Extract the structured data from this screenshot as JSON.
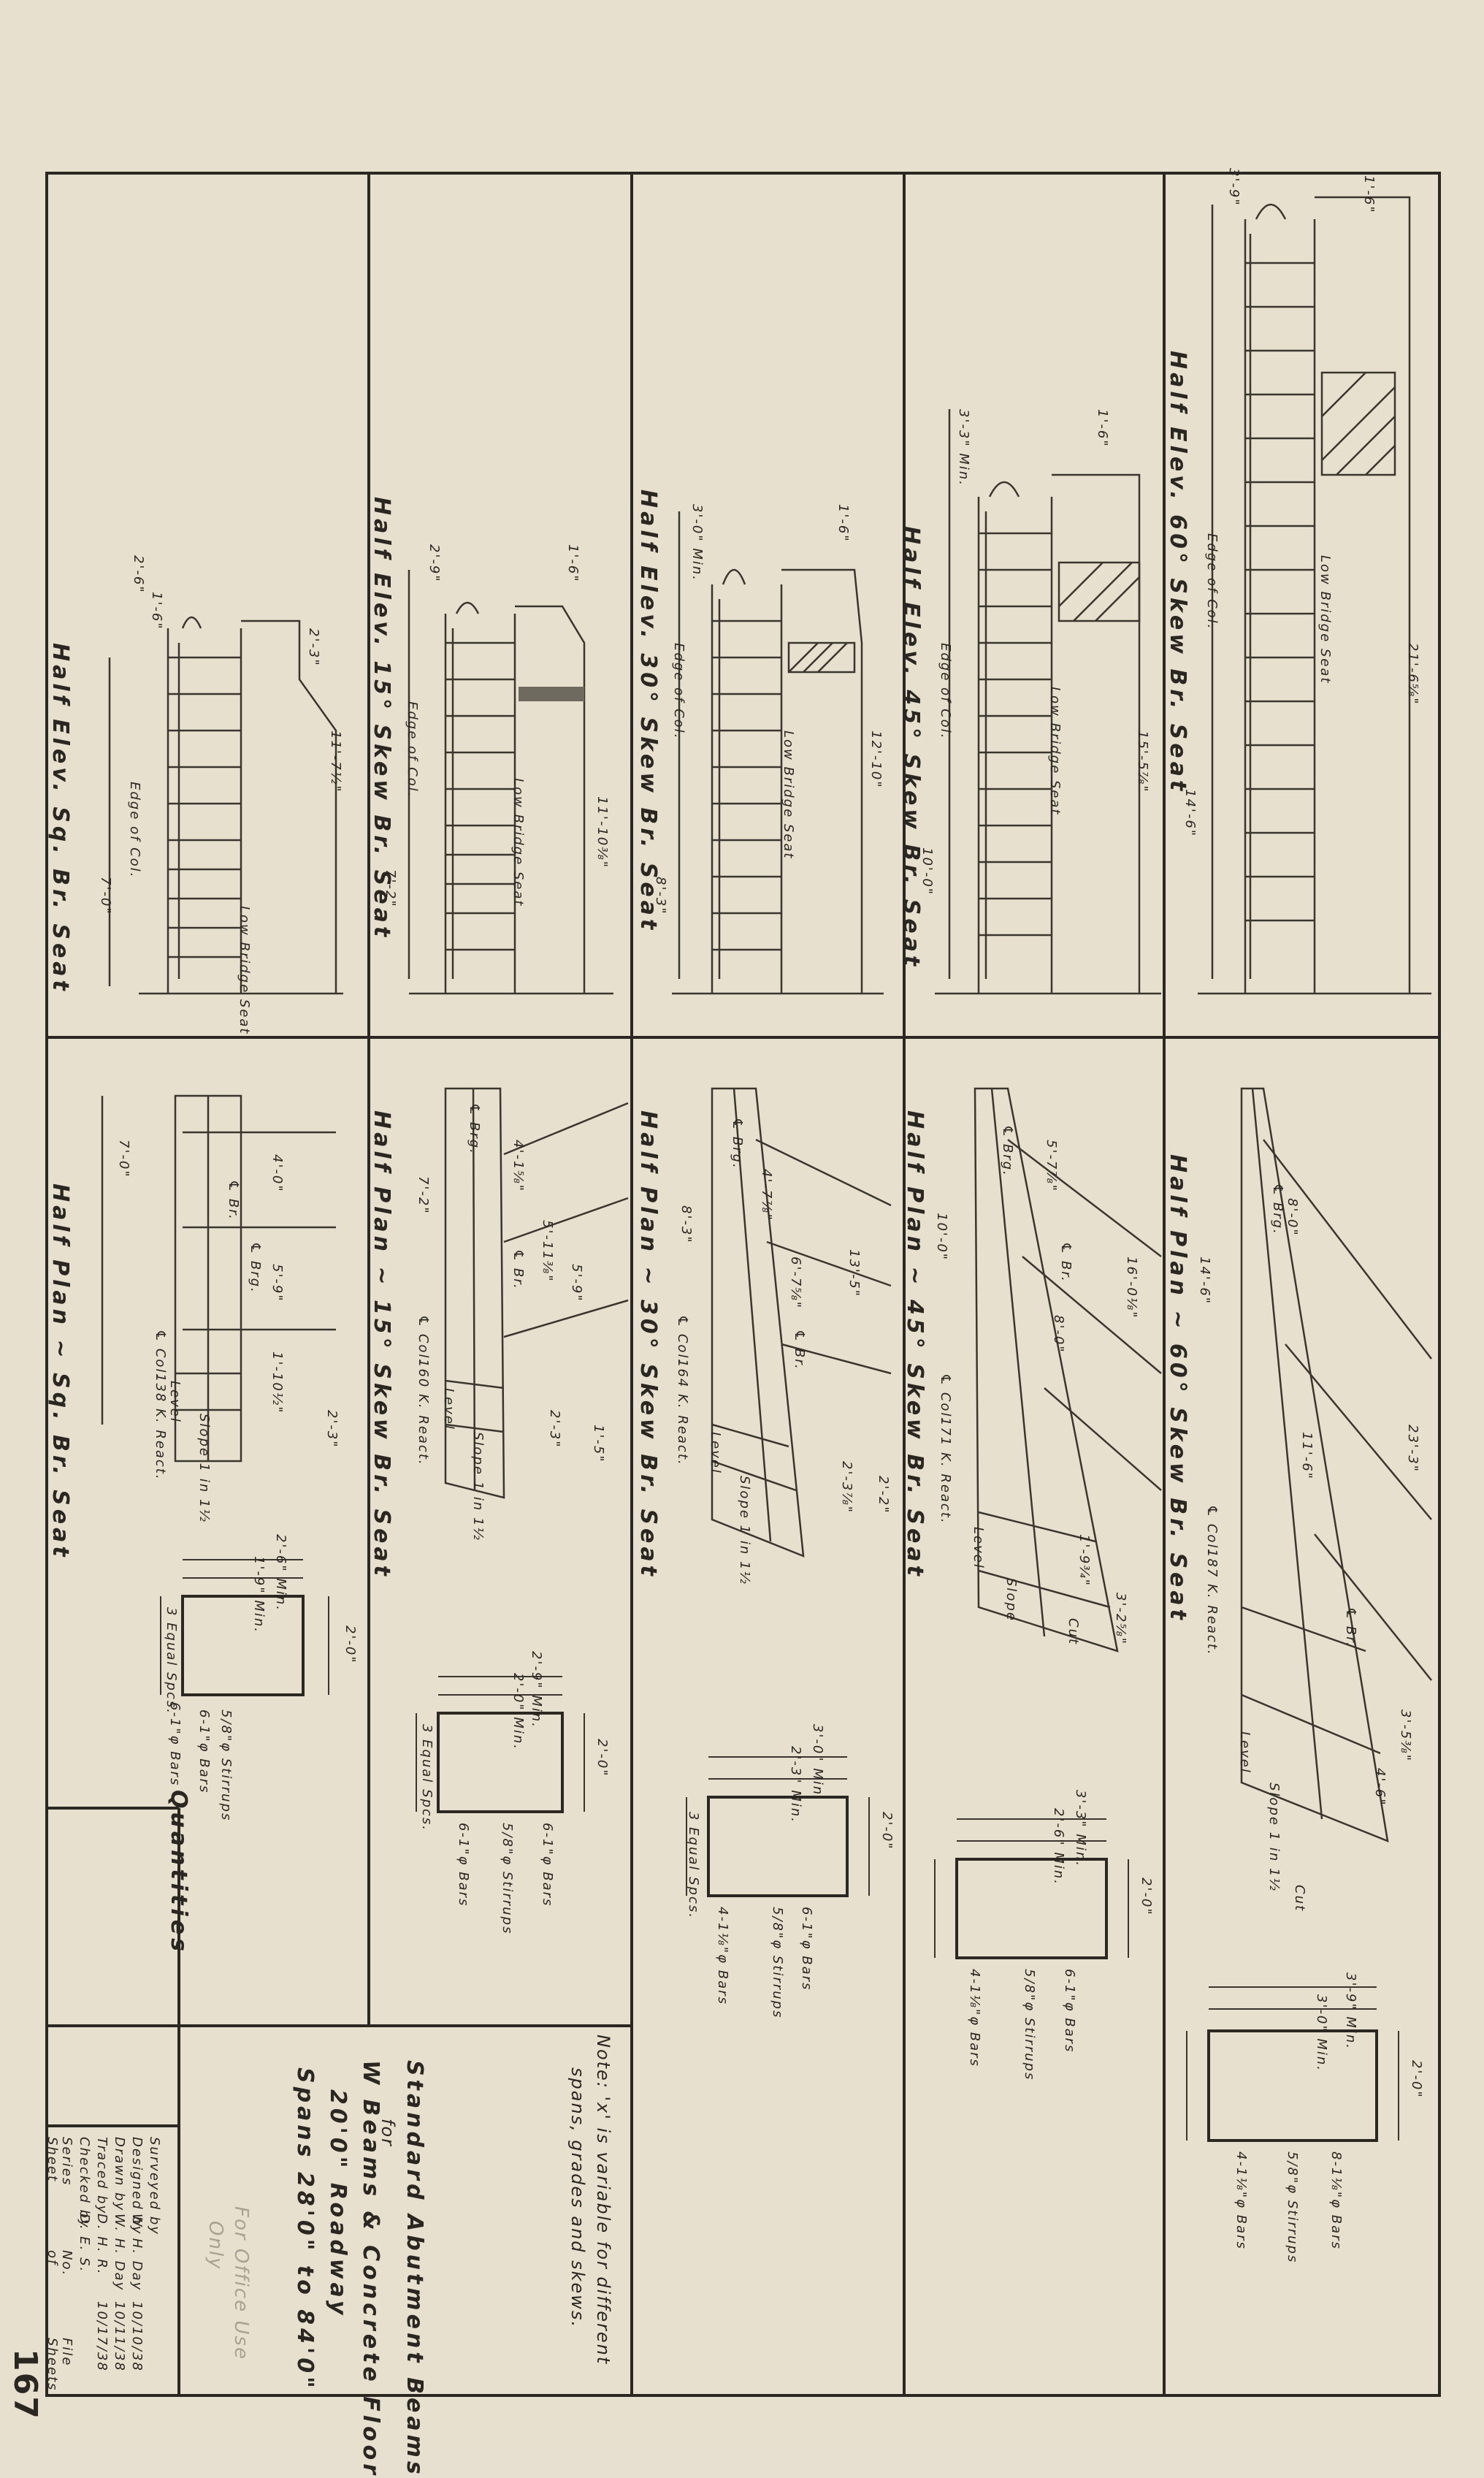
{
  "title_block": {
    "line1": "Standard Abutment Beams",
    "line2": "for",
    "line3": "W Beams & Concrete Floor",
    "line4": "20'0\" Roadway",
    "line5": "Spans 28'0\" to 84'0\""
  },
  "note": {
    "line1": "Note: 'x' is variable for different",
    "line2": "spans, grades and skews."
  },
  "stamp": {
    "line1": "For Office Use",
    "line2": "Only"
  },
  "sheet_number": "167",
  "quantities_label": "Quantities",
  "signatures": [
    {
      "role": "Surveyed by",
      "name": "",
      "date": ""
    },
    {
      "role": "Designed by",
      "name": "W. H. Day",
      "date": "10/10/38"
    },
    {
      "role": "Drawn by",
      "name": "W. H. Day",
      "date": "10/11/38"
    },
    {
      "role": "Traced by",
      "name": "D. H. R.",
      "date": "10/17/38"
    },
    {
      "role": "Checked by",
      "name": "D. E. S.",
      "date": ""
    }
  ],
  "series_label": "Series",
  "no_label": "No.",
  "sheet_label": "Sheet",
  "of_label": "of",
  "file_label": "File",
  "sheets_label": "Sheets",
  "columns": [
    {
      "elev_title": "Half Elev. Sq. Br. Seat",
      "plan_title": "Half Plan ~ Sq. Br. Seat",
      "section_width": "2'-6\" Min.",
      "section_inner": "1'-9\" Min.",
      "bars_note": "6-1\"φ Bars",
      "stirrups_note": "5/8\"φ Stirrups",
      "stirrup_count": "6-1\"φ Bars",
      "dims": [
        "2'-6\"",
        "1'-6\"",
        "2'-3\"",
        "11'-7½\"",
        "7'-0\"",
        "4'-0\"",
        "5'-9\"",
        "1'-10½\"",
        "2'-3\"",
        "2'-0\""
      ],
      "labels": [
        "Low Bridge Seat",
        "Edge of Col.",
        "Level",
        "Slope 1 in 1½",
        "℄ Brg.",
        "℄ Br.",
        "℄ Col.",
        "138 K. React.",
        "3 Equal Spcs."
      ]
    },
    {
      "elev_title": "Half Elev. 15° Skew Br. Seat",
      "plan_title": "Half Plan ~ 15° Skew Br. Seat",
      "section_width": "2'-9\" Min.",
      "section_inner": "2'-0\" Min.",
      "bars_note": "6-1\"φ Bars",
      "stirrups_note": "5/8\"φ Stirrups",
      "stirrup_count": "6-1\"φ Bars",
      "dims": [
        "2'-9\"",
        "1'-6\"",
        "11'-10⅜\"",
        "7'-2\"",
        "4'-1⅝\"",
        "5'-11⅜\"",
        "5'-9\"",
        "2'-3\"",
        "1'-5\"",
        "2'-0\""
      ],
      "labels": [
        "Low Bridge Seat",
        "Edge of Col.",
        "Level",
        "Slope 1 in 1½",
        "℄ Brg.",
        "℄ Br.",
        "℄ Col.",
        "160 K. React.",
        "3 Equal Spcs."
      ]
    },
    {
      "elev_title": "Half Elev. 30° Skew Br. Seat",
      "plan_title": "Half Plan ~ 30° Skew Br. Seat",
      "section_width": "3'-0\" Min.",
      "section_inner": "2'-3\" Min.",
      "bars_note": "6-1\"φ Bars",
      "stirrups_note": "5/8\"φ Stirrups",
      "stirrup_count": "4-1⅛\"φ Bars",
      "dims": [
        "3'-0\" Min.",
        "1'-6\"",
        "12'-10\"",
        "8'-3\"",
        "4'-7⅞\"",
        "6'-7⅝\"",
        "13'-5\"",
        "2'-3⅞\"",
        "2'-2\"",
        "2'-0\""
      ],
      "labels": [
        "Low Bridge Seat",
        "Edge of Col.",
        "Level",
        "Slope 1 in 1½",
        "℄ Brg.",
        "℄ Br.",
        "℄ Col.",
        "164 K. React.",
        "3 Equal Spcs."
      ]
    },
    {
      "elev_title": "Half Elev. 45° Skew Br. Seat",
      "plan_title": "Half Plan ~ 45° Skew Br. Seat",
      "section_width": "3'-3\" Min.",
      "section_inner": "2'-6\" Min.",
      "bars_note": "6-1\"φ Bars",
      "stirrups_note": "5/8\"φ Stirrups",
      "stirrup_count": "4-1⅛\"φ Bars",
      "dims": [
        "3'-3\" Min.",
        "1'-6\"",
        "15'-5⅞\"",
        "10'-0\"",
        "5'-7⅞\"",
        "8'-0\"",
        "16'-0⅛\"",
        "3'-2⅝\"",
        "1'-9¾\"",
        "2'-0\""
      ],
      "labels": [
        "Low Bridge Seat",
        "Edge of Col.",
        "Level",
        "Slope",
        "℄ Brg.",
        "℄ Br.",
        "℄ Col.",
        "171 K. React.",
        "Cut"
      ]
    },
    {
      "elev_title": "Half Elev. 60° Skew Br. Seat",
      "plan_title": "Half Plan ~ 60° Skew Br. Seat",
      "section_width": "3'-9\" Min.",
      "section_inner": "3'-0\" Min.",
      "bars_note": "8-1⅛\"φ Bars",
      "stirrups_note": "5/8\"φ Stirrups",
      "stirrup_count": "4-1⅛\"φ Bars",
      "dims": [
        "3'-9\"",
        "1'-6\"",
        "21'-6⅝\"",
        "14'-6\"",
        "8'-0\"",
        "11'-6\"",
        "23'-3\"",
        "3'-5⅜\"",
        "4'-6\"",
        "2'-0\""
      ],
      "labels": [
        "Low Bridge Seat",
        "Edge of Col.",
        "Level",
        "Slope 1 in 1½",
        "℄ Brg.",
        "℄ Br.",
        "℄ Col.",
        "187 K. React.",
        "Cut"
      ]
    }
  ]
}
